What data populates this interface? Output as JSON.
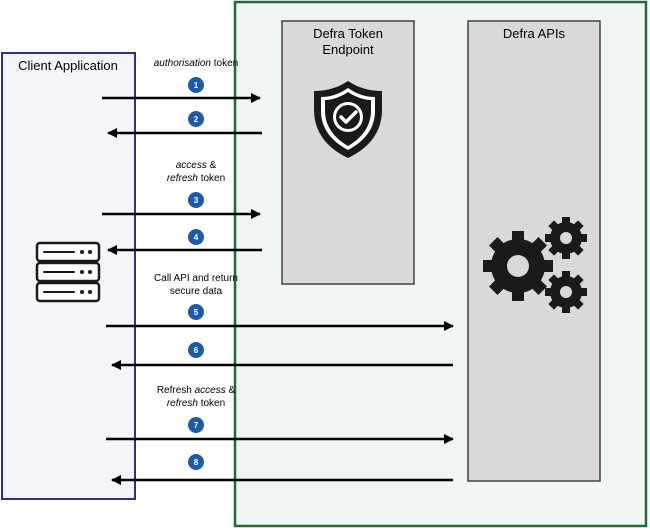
{
  "boxes": {
    "client": {
      "label": "Client Application"
    },
    "token_endpoint": {
      "label_line1": "Defra Token",
      "label_line2": "Endpoint"
    },
    "apis": {
      "label": "Defra APIs"
    }
  },
  "labels": {
    "auth_token_italic": "authorisation",
    "auth_token_rest": " token",
    "access_italic": "access",
    "access_rest": " &",
    "refresh_italic": "refresh",
    "refresh_rest": " token",
    "call_api_line1": "Call API and return",
    "call_api_line2": "secure data",
    "refresh_prefix": "Refresh ",
    "refresh_access_italic": "access",
    "refresh_access_rest": " &",
    "refresh2_italic": "refresh",
    "refresh2_rest": " token"
  },
  "steps": [
    "1",
    "2",
    "3",
    "4",
    "5",
    "6",
    "7",
    "8"
  ],
  "icons": [
    "shield-check-icon",
    "gears-icon",
    "server-icon"
  ],
  "colors": {
    "client_border": "#2e3092",
    "client_fill": "#f4f5fb",
    "panel_border": "#1e6b3a",
    "panel_fill": "#eff5f1",
    "inner_box_fill": "#d9d9d9",
    "inner_box_border": "#404040",
    "step_circle": "#1f5aa6",
    "arrow": "#000000"
  }
}
